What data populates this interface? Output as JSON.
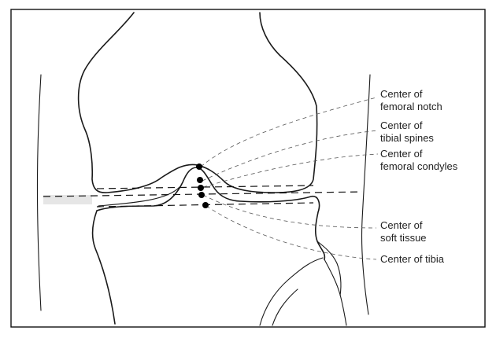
{
  "labels": {
    "femoral_notch": [
      "Center of",
      "femoral notch"
    ],
    "tibial_spines": [
      "Center of",
      "tibial spines"
    ],
    "femoral_condyles": [
      "Center of",
      "femoral condyles"
    ],
    "soft_tissue": [
      "Center of",
      "soft tissue"
    ],
    "tibia": [
      "Center of tibia"
    ]
  }
}
